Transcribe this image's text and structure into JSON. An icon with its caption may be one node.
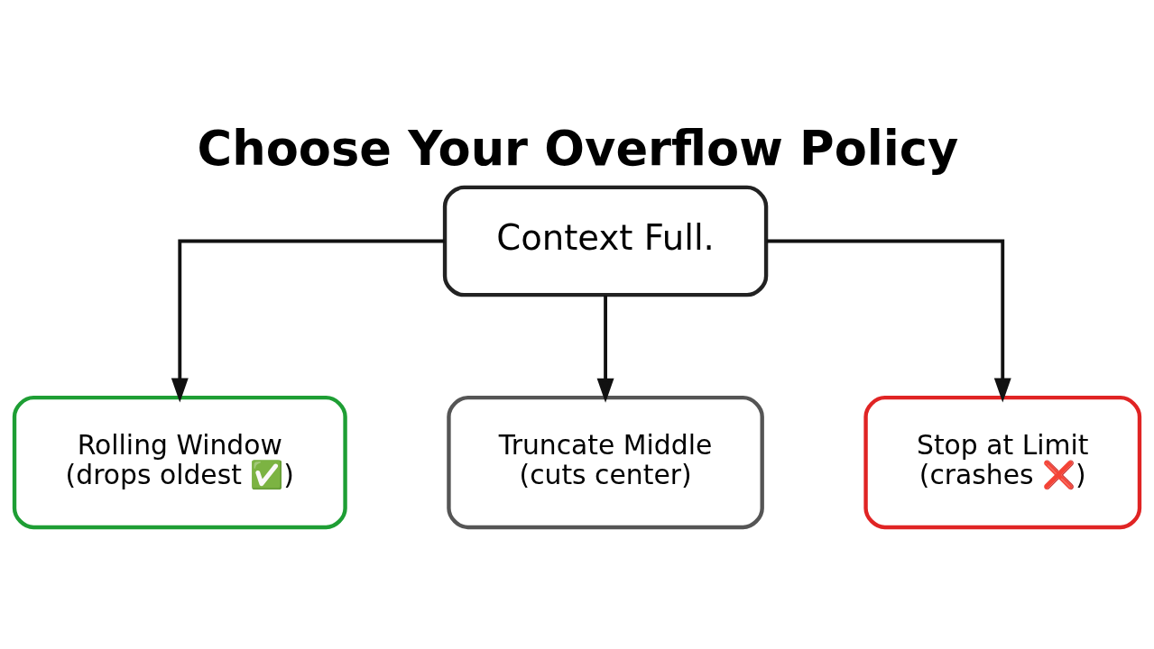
{
  "diagram": {
    "title": "Choose Your Overflow Policy",
    "nodes": [
      {
        "text": [
          "Context Full."
        ]
      },
      {
        "text": [
          "Rolling Window",
          "(drops oldest ✅)"
        ]
      },
      {
        "text": [
          "Truncate Middle",
          "(cuts center)"
        ]
      },
      {
        "text": [
          "Stop at Limit",
          "(crashes ❌)"
        ]
      }
    ],
    "edges": [
      {
        "from": 0,
        "to": 1,
        "arrow": "to"
      },
      {
        "from": 0,
        "to": 2,
        "arrow": "to"
      },
      {
        "from": 0,
        "to": 3,
        "arrow": "to"
      }
    ]
  }
}
